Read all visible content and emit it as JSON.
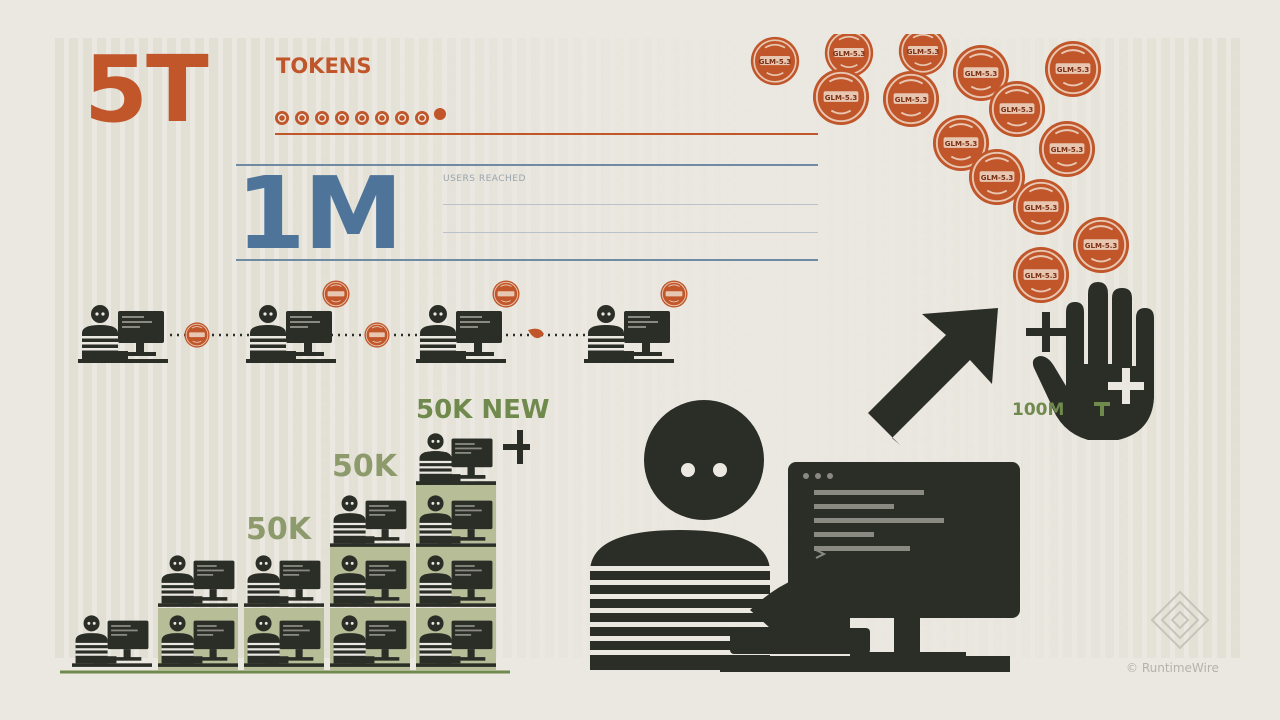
{
  "stats": {
    "tokens_value": "5T",
    "tokens_label": "TOKENS",
    "users_value": "1M",
    "users_label": "USERS REACHED"
  },
  "growth": {
    "step1": "50K",
    "step2": "50K",
    "step3": "50K NEW",
    "bonus": "100M"
  },
  "coins": {
    "label": "GLM-5.3"
  },
  "screen": {
    "code_tag": "</>"
  },
  "credit": "© RuntimeWire",
  "colors": {
    "rust": "#c0562a",
    "steel_blue": "#4e7599",
    "dark": "#2b2d27",
    "olive": "#8d9a6b",
    "green": "#6f8a4c",
    "paper": "#ebe8e1"
  }
}
